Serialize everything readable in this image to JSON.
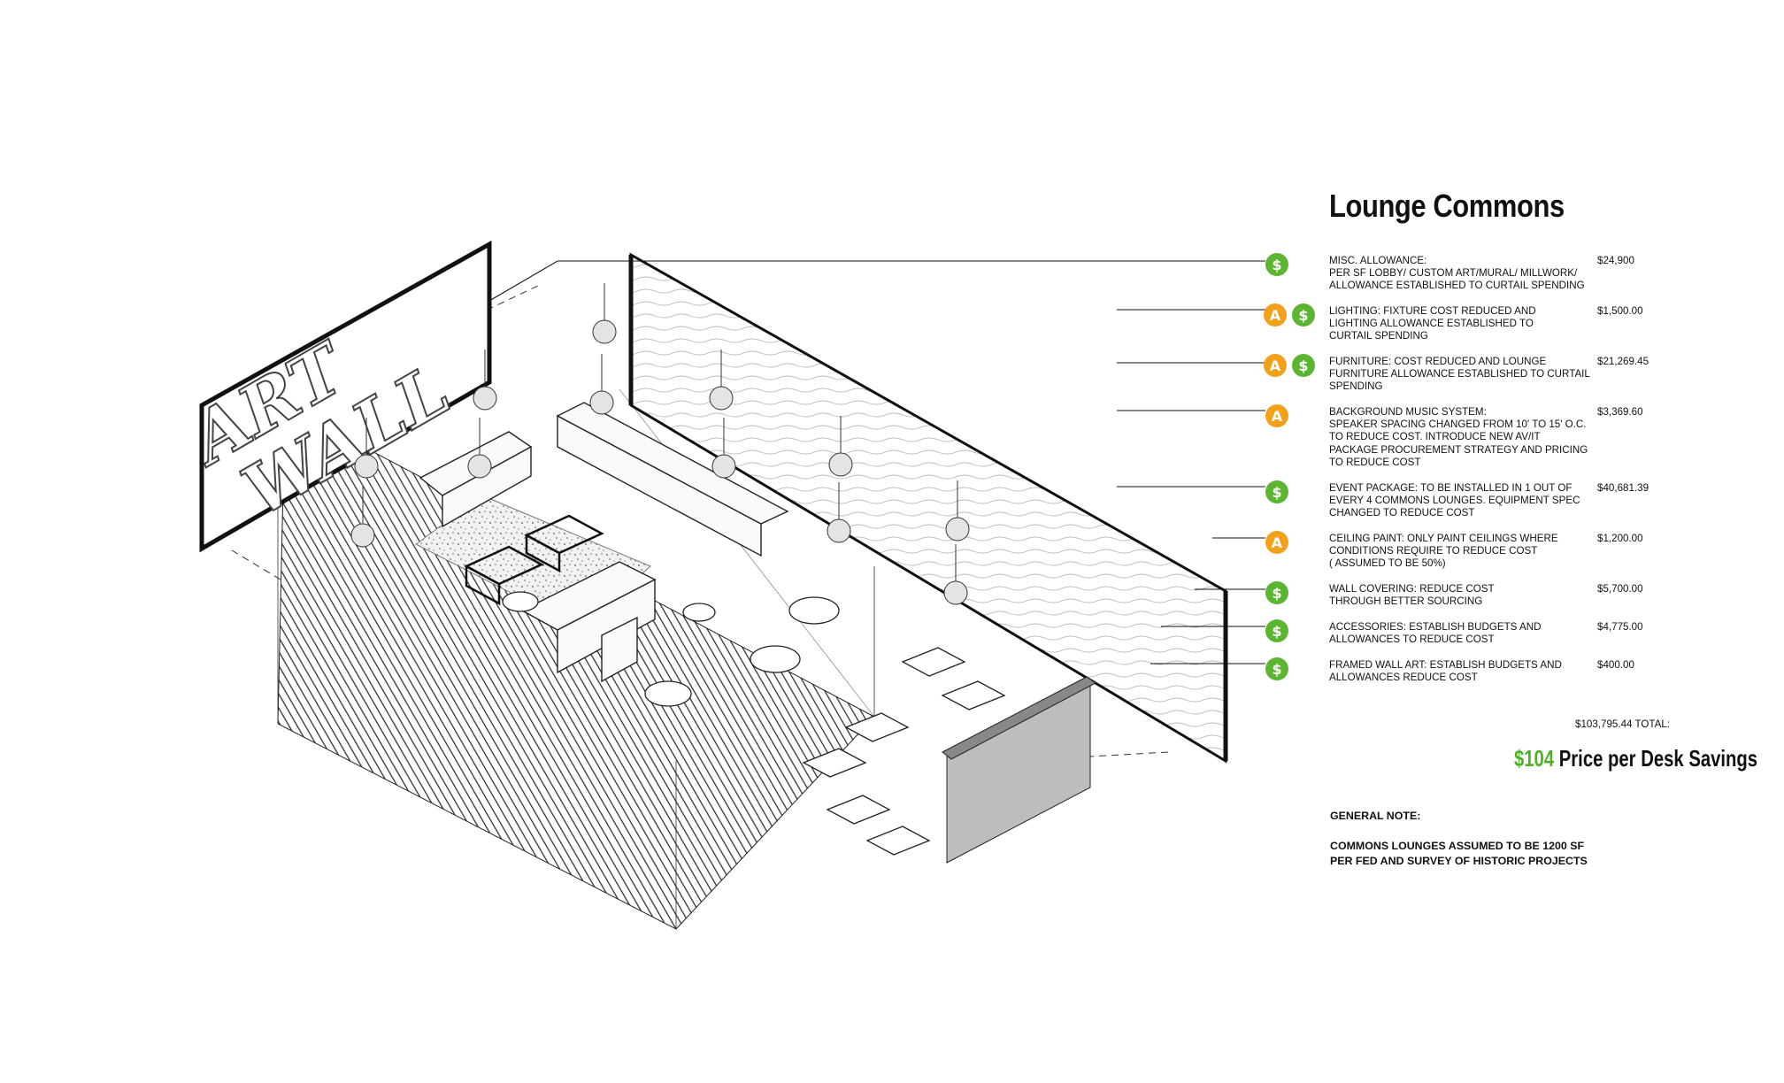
{
  "title": "Lounge Commons",
  "wall_art_text": [
    "ART",
    "WALL"
  ],
  "line_items": [
    {
      "icons": [
        "dollar"
      ],
      "description": "MISC. ALLOWANCE:\nPER SF LOBBY/ CUSTOM ART/MURAL/ MILLWORK/\nALLOWANCE ESTABLISHED TO CURTAIL SPENDING",
      "amount": "$24,900"
    },
    {
      "icons": [
        "arch",
        "dollar"
      ],
      "description": "LIGHTING: FIXTURE COST REDUCED AND\nLIGHTING ALLOWANCE ESTABLISHED TO\nCURTAIL SPENDING",
      "amount": "$1,500.00"
    },
    {
      "icons": [
        "arch",
        "dollar"
      ],
      "description": "FURNITURE: COST REDUCED AND  LOUNGE\nFURNITURE ALLOWANCE ESTABLISHED TO CURTAIL\nSPENDING",
      "amount": "$21,269.45"
    },
    {
      "icons": [
        "arch"
      ],
      "description": "BACKGROUND MUSIC SYSTEM:\nSPEAKER SPACING CHANGED FROM 10' TO 15' O.C.\nTO REDUCE COST. INTRODUCE NEW AV/IT\nPACKAGE PROCUREMENT STRATEGY AND PRICING\nTO REDUCE COST",
      "amount": "$3,369.60"
    },
    {
      "icons": [
        "dollar"
      ],
      "description": "EVENT PACKAGE: TO BE INSTALLED IN 1 OUT OF\nEVERY 4 COMMONS LOUNGES. EQUIPMENT SPEC\nCHANGED TO REDUCE COST",
      "amount": "$40,681.39"
    },
    {
      "icons": [
        "arch"
      ],
      "description": "CEILING PAINT: ONLY PAINT CEILINGS WHERE\nCONDITIONS REQUIRE TO REDUCE COST\n( ASSUMED TO BE 50%)",
      "amount": "$1,200.00"
    },
    {
      "icons": [
        "dollar"
      ],
      "description": "WALL COVERING: REDUCE COST\nTHROUGH BETTER SOURCING",
      "amount": "$5,700.00"
    },
    {
      "icons": [
        "dollar"
      ],
      "description": "ACCESSORIES: ESTABLISH BUDGETS AND\nALLOWANCES TO REDUCE COST",
      "amount": "$4,775.00"
    },
    {
      "icons": [
        "dollar"
      ],
      "description": "FRAMED WALL ART: ESTABLISH BUDGETS AND\nALLOWANCES REDUCE COST",
      "amount": "$400.00"
    }
  ],
  "total": {
    "amount": "$103,795.44",
    "label": "TOTAL:"
  },
  "savings": {
    "value": "$104",
    "label": "Price per Desk Savings"
  },
  "general_note": {
    "heading": "GENERAL NOTE:",
    "text": "COMMONS LOUNGES ASSUMED TO  BE 1200 SF\nPER FED AND SURVEY OF HISTORIC PROJECTS"
  },
  "icon_glyphs": {
    "dollar": "$",
    "arch": "A"
  },
  "colors": {
    "dollar": "#5cb531",
    "arch": "#f2a11b",
    "savings_accent": "#4db325"
  }
}
